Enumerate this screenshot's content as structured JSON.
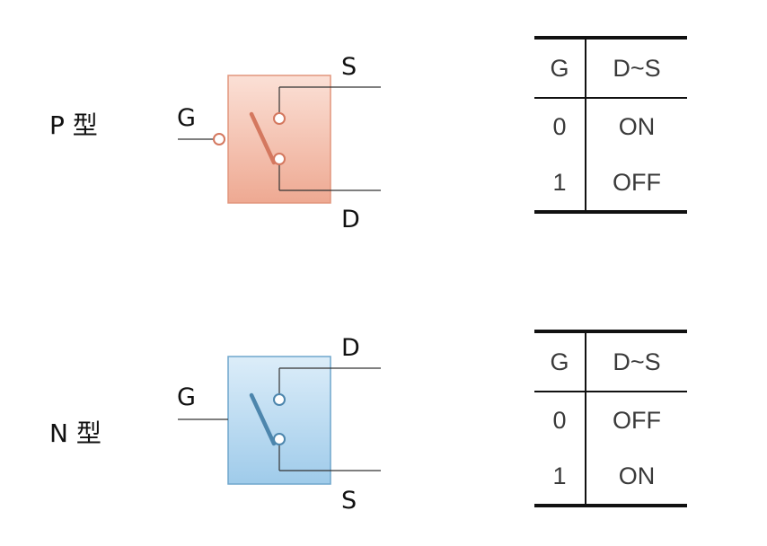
{
  "p_type": {
    "title": "P 型",
    "gate": "G",
    "top_terminal": "S",
    "bottom_terminal": "D",
    "box_color": "#f3b9a6",
    "switch_color": "#d4785f",
    "table": {
      "headers": [
        "G",
        "D~S"
      ],
      "rows": [
        [
          "0",
          "ON"
        ],
        [
          "1",
          "OFF"
        ]
      ]
    }
  },
  "n_type": {
    "title": "N 型",
    "gate": "G",
    "top_terminal": "D",
    "bottom_terminal": "S",
    "box_color": "#b5d8f0",
    "switch_color": "#4d86ad",
    "table": {
      "headers": [
        "G",
        "D~S"
      ],
      "rows": [
        [
          "0",
          "OFF"
        ],
        [
          "1",
          "ON"
        ]
      ]
    }
  }
}
